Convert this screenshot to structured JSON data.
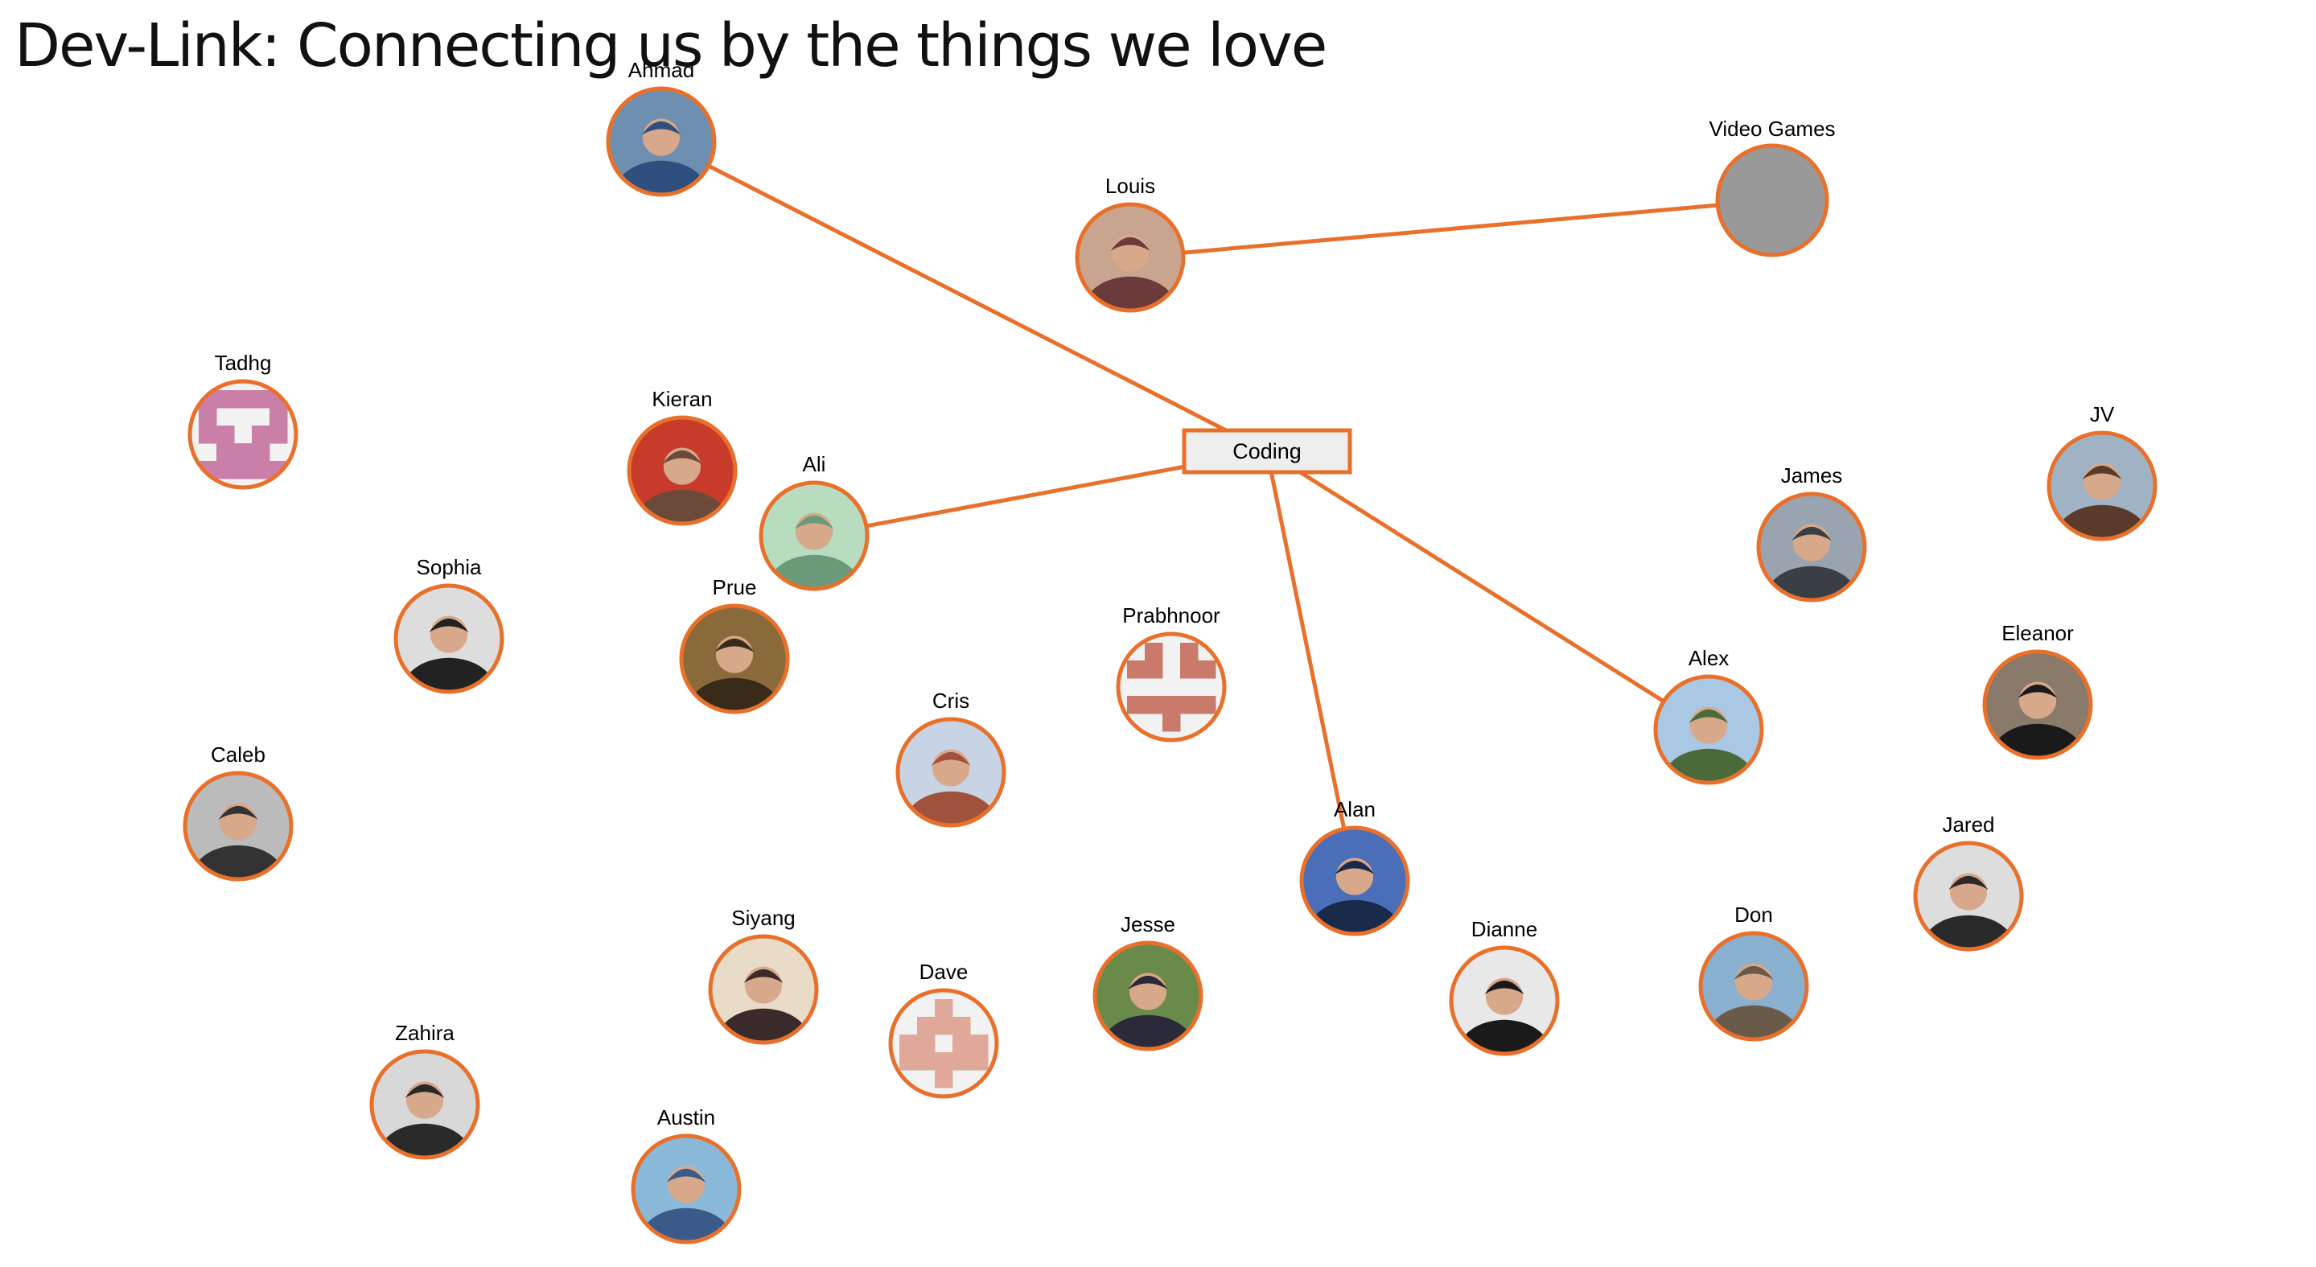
{
  "title": "Dev-Link: Connecting us by the things we love",
  "colors": {
    "accent": "#e8702a",
    "link": "#e8702a",
    "hobby_node_fill": "#999999",
    "tag_fill": "#eeeeee",
    "label": "#000000"
  },
  "hobbies": [
    {
      "label": "Video Games",
      "kind": "circle"
    },
    {
      "label": "Coding",
      "kind": "tag"
    }
  ],
  "people": [
    {
      "name": "Ahmad",
      "avatar": "photo-icon",
      "tone": [
        "#6f8fb0",
        "#2f4f7f"
      ]
    },
    {
      "name": "Louis",
      "avatar": "photo-icon",
      "tone": [
        "#c9a58f",
        "#6b3a3a"
      ]
    },
    {
      "name": "Tadhg",
      "avatar": "identicon-icon",
      "tone": [
        "#c97fa8",
        "#ffffff"
      ]
    },
    {
      "name": "Kieran",
      "avatar": "photo-icon",
      "tone": [
        "#c83b2b",
        "#6b4a3a"
      ]
    },
    {
      "name": "Ali",
      "avatar": "photo-icon",
      "tone": [
        "#b8dcc0",
        "#6a9a7a"
      ]
    },
    {
      "name": "Sophia",
      "avatar": "photo-icon",
      "tone": [
        "#dddddd",
        "#222222"
      ]
    },
    {
      "name": "Prue",
      "avatar": "photo-icon",
      "tone": [
        "#8a6a3a",
        "#3a2a1a"
      ]
    },
    {
      "name": "Prabhnoor",
      "avatar": "identicon-icon",
      "tone": [
        "#c97a6a",
        "#ffffff"
      ]
    },
    {
      "name": "Cris",
      "avatar": "photo-icon",
      "tone": [
        "#c8d4e4",
        "#a0523d"
      ]
    },
    {
      "name": "Caleb",
      "avatar": "photo-icon",
      "tone": [
        "#bbbbbb",
        "#333333"
      ]
    },
    {
      "name": "James",
      "avatar": "photo-icon",
      "tone": [
        "#9aa4b0",
        "#3a3f46"
      ]
    },
    {
      "name": "JV",
      "avatar": "photo-icon",
      "tone": [
        "#9fb3c4",
        "#5a3a2a"
      ]
    },
    {
      "name": "Alex",
      "avatar": "photo-icon",
      "tone": [
        "#a8c8e4",
        "#4a6a3a"
      ]
    },
    {
      "name": "Eleanor",
      "avatar": "photo-icon",
      "tone": [
        "#8a7a6a",
        "#1a1a1a"
      ]
    },
    {
      "name": "Alan",
      "avatar": "photo-icon",
      "tone": [
        "#4a6fb8",
        "#1a2a4a"
      ]
    },
    {
      "name": "Jared",
      "avatar": "photo-icon",
      "tone": [
        "#dddddd",
        "#2a2a2a"
      ]
    },
    {
      "name": "Siyang",
      "avatar": "photo-icon",
      "tone": [
        "#e8dcc8",
        "#3a2a2a"
      ]
    },
    {
      "name": "Jesse",
      "avatar": "photo-icon",
      "tone": [
        "#6a8a4a",
        "#2a2a3a"
      ]
    },
    {
      "name": "Dianne",
      "avatar": "photo-icon",
      "tone": [
        "#e8e8e8",
        "#1a1a1a"
      ]
    },
    {
      "name": "Don",
      "avatar": "photo-icon",
      "tone": [
        "#8ab0d0",
        "#6a5a4a"
      ]
    },
    {
      "name": "Dave",
      "avatar": "identicon-icon",
      "tone": [
        "#e0a898",
        "#ffffff"
      ]
    },
    {
      "name": "Zahira",
      "avatar": "photo-icon",
      "tone": [
        "#d8d8d8",
        "#2a2a2a"
      ]
    },
    {
      "name": "Austin",
      "avatar": "photo-icon",
      "tone": [
        "#8ab8d8",
        "#3a5a8a"
      ]
    }
  ],
  "links": [
    {
      "from": "Louis",
      "to": "Video Games"
    },
    {
      "from": "Ahmad",
      "to": "Coding"
    },
    {
      "from": "Ali",
      "to": "Coding"
    },
    {
      "from": "Alan",
      "to": "Coding"
    },
    {
      "from": "Alex",
      "to": "Coding"
    }
  ]
}
